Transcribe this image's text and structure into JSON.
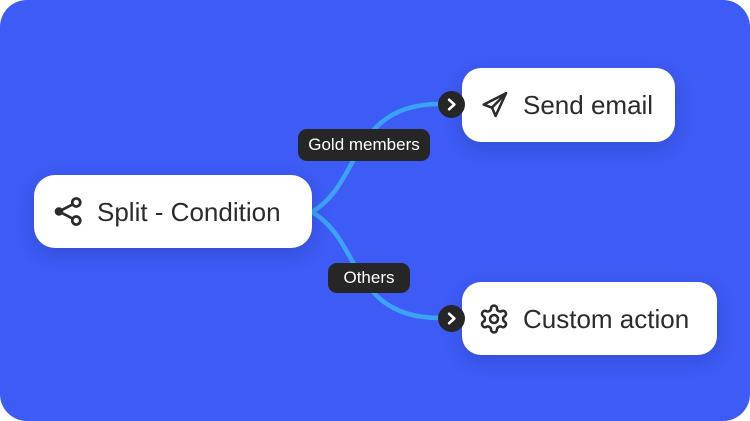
{
  "canvas": {
    "background_color": "#3D5BF5",
    "edge_color": "#3BA3F4",
    "node_background_color": "#FFFFFF",
    "node_text_color": "#2B2B2B",
    "badge_background_color": "#262626",
    "badge_text_color": "#FFFFFF"
  },
  "nodes": {
    "split": {
      "label": "Split - Condition",
      "icon": "share-split-icon"
    },
    "send_email": {
      "label": "Send email",
      "icon": "send-paper-plane-icon"
    },
    "custom_action": {
      "label": "Custom action",
      "icon": "gear-icon"
    }
  },
  "edges": {
    "gold_members": {
      "label": "Gold members",
      "from": "Split - Condition",
      "to": "Send email"
    },
    "others": {
      "label": "Others",
      "from": "Split - Condition",
      "to": "Custom action"
    }
  }
}
